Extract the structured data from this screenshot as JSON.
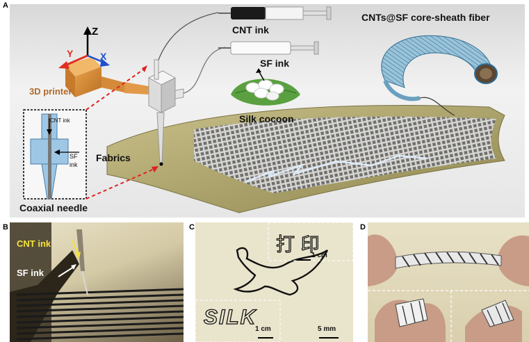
{
  "panel_labels": {
    "a": "A",
    "b": "B",
    "c": "C",
    "d": "D"
  },
  "panel_a": {
    "axis_z": "Z",
    "axis_y": "Y",
    "axis_x": "X",
    "printer_label": "3D printer",
    "cnt_ink": "CNT ink",
    "sf_ink": "SF ink",
    "silk_cocoon": "Silk cocoon",
    "fiber_title": "CNTs@SF core-sheath fiber",
    "fabrics": "Fabrics",
    "needle_cnt_ink": "CNT ink",
    "needle_sf_ink_1": "SF",
    "needle_sf_ink_2": "ink",
    "coaxial_needle": "Coaxial needle"
  },
  "panel_b": {
    "cnt_ink": "CNT ink",
    "sf_ink": "SF ink"
  },
  "panel_c": {
    "chinese_text": "打 印",
    "scale_top": "1 cm",
    "silk_text": "SILK",
    "scale_left": "1 cm",
    "scale_right": "5 mm"
  },
  "colors": {
    "axis_y": "#e03020",
    "axis_x": "#2050d0",
    "label_brown": "#b06a2a",
    "arrow_red": "#e02020",
    "ink_yellow": "#f5e23a"
  }
}
